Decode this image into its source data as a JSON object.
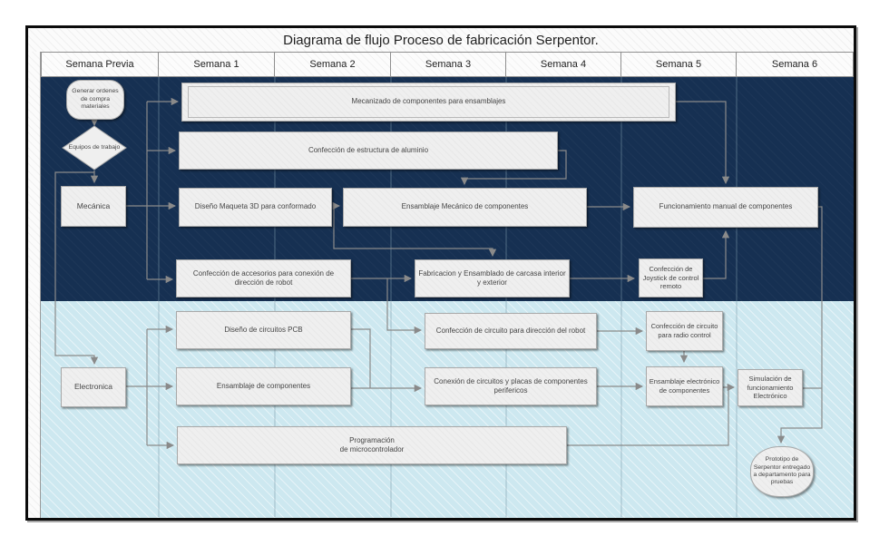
{
  "title": "Diagrama de flujo Proceso de fabricación Serpentor.",
  "columns": [
    "Semana Previa",
    "Semana 1",
    "Semana 2",
    "Semana 3",
    "Semana 4",
    "Semana 5",
    "Semana 6"
  ],
  "colors": {
    "lane_mecanica_band": "#163052",
    "lane_electronica_band": "#cde8f0",
    "node_fill": "#efefef",
    "connector": "#8a8a8a",
    "frame_border": "#0b0b0b"
  },
  "nodes": {
    "genera_ordenes": "Generar ordenes de compra materiales",
    "equipos": "Equipos de trabajo",
    "mecanica": "Mecánica",
    "mecanizado": "Mecanizado de componentes para ensamblajes",
    "estructura": "Confección de estructura de aluminio",
    "maqueta": "Diseño Maqueta 3D para conformado",
    "ensamblaje_mecanico": "Ensamblaje Mecánico de componentes",
    "funcionamiento": "Funcionamiento manual de componentes",
    "accesorios": "Confección de accesorios para conexión de dirección de robot",
    "carcasa": "Fabricacion y Ensamblado de carcasa interior y exterior",
    "joystick": "Confección de Joystick de control remoto",
    "electronica": "Electronica",
    "pcb": "Diseño de circuitos PCB",
    "ensamblaje_componentes": "Ensamblaje de componentes",
    "circuito_direccion": "Confección de circuito para dirección del robot",
    "radio_control": "Confección de circuito para radio control",
    "conexion_circuitos": "Conexión de circuitos y placas de componentes perifericos",
    "ensamblaje_electronico": "Ensamblaje electrónico de componentes",
    "simulacion": "Simulación de funcionamiento Electrónico",
    "programacion": "Programación\nde microcontrolador",
    "prototipo": "Prototipo de Serpentor entregado a departamento para pruebas"
  }
}
